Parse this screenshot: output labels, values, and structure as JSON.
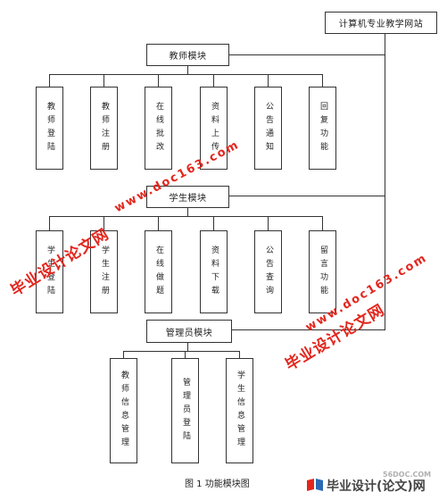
{
  "diagram": {
    "root": "计算机专业教学网站",
    "modules": [
      {
        "title": "教师模块",
        "children": [
          "教师登陆",
          "教师注册",
          "在线批改",
          "资料上传",
          "公告通知",
          "回复功能"
        ]
      },
      {
        "title": "学生模块",
        "children": [
          "学生登陆",
          "学生注册",
          "在线做题",
          "资料下载",
          "公告查询",
          "留言功能"
        ]
      },
      {
        "title": "管理员模块",
        "children": [
          "教师信息管理",
          "管理员登陆",
          "学生信息管理"
        ]
      }
    ],
    "caption": "图 1   功能模块图"
  },
  "watermarks": {
    "thesis_text": "毕业设计论文网",
    "url_text": "www.doc163.com",
    "color": "#e2261d"
  },
  "footer": {
    "site_small": "56DOC.COM",
    "brand": "毕业设计(论文)网"
  }
}
